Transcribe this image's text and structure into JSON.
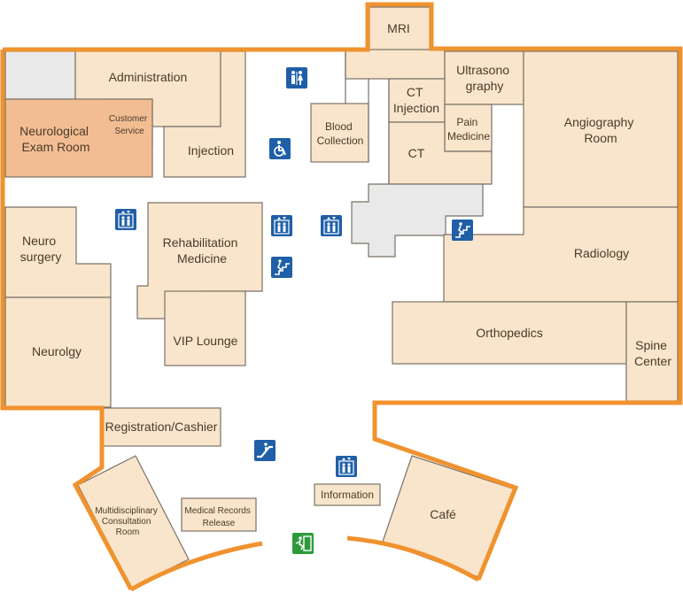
{
  "map": {
    "colors": {
      "outline": "#f0922e",
      "room_fill": "#f8e5cb",
      "room_stroke": "#7a7266",
      "highlight_fill": "#f2bd93",
      "unavailable_fill": "#e9e9e9",
      "text": "#4a3b2a",
      "icon_blue": "#1f5fa8",
      "icon_green": "#2e9a3c"
    },
    "rooms": {
      "mri": [
        "MRI"
      ],
      "ultrasonography": [
        "Ultrasono",
        "graphy"
      ],
      "administration": [
        "Administration"
      ],
      "customer_service": [
        "Customer",
        "Service"
      ],
      "neurological_exam": [
        "Neurological",
        "Exam Room"
      ],
      "injection": [
        "Injection"
      ],
      "blood_collection": [
        "Blood",
        "Collection"
      ],
      "ct_injection": [
        "CT",
        "Injection"
      ],
      "pain_medicine": [
        "Pain",
        "Medicine"
      ],
      "ct": [
        "CT"
      ],
      "angiography": [
        "Angiography",
        "Room"
      ],
      "neurosurgery": [
        "Neuro",
        "surgery"
      ],
      "rehabilitation": [
        "Rehabilitation",
        "Medicine"
      ],
      "radiology": [
        "Radiology"
      ],
      "vip_lounge": [
        "VIP Lounge"
      ],
      "orthopedics": [
        "Orthopedics"
      ],
      "spine_center": [
        "Spine",
        "Center"
      ],
      "neurology": [
        "Neurolgy"
      ],
      "registration": [
        "Registration/Cashier"
      ],
      "multidisciplinary": [
        "Multidisciplinary",
        "Consultation",
        "Room"
      ],
      "medical_records": [
        "Medical Records",
        "Release"
      ],
      "information": [
        "Information"
      ],
      "cafe": [
        "Café"
      ]
    },
    "icons": {
      "restroom": "restroom-icon",
      "accessible": "wheelchair-icon",
      "elevator": "elevator-icon",
      "stairs": "stairs-icon",
      "escalator": "escalator-icon",
      "exit": "emergency-exit-icon"
    }
  }
}
